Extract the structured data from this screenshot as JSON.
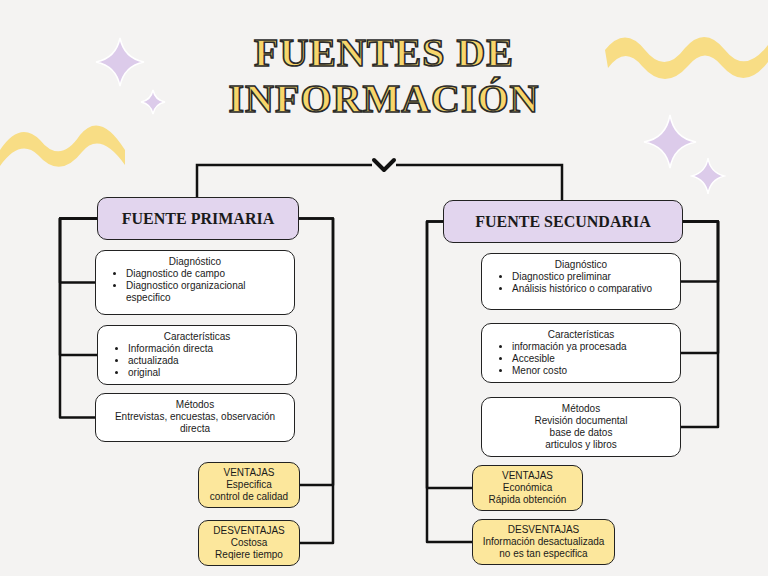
{
  "diagram": {
    "title": "FUENTES DE INFORMACIÓN",
    "nodes": [
      {
        "text": [
          "FUENTE PRIMARIA"
        ]
      },
      {
        "text": [
          "Diagnóstico",
          "Diagnostico de campo",
          "Diagnostico organizacional especifico"
        ]
      },
      {
        "text": [
          "Características",
          "Información directa",
          "actualizada",
          "original"
        ]
      },
      {
        "text": [
          "Métodos",
          "Entrevistas, encuestas, observación directa"
        ]
      },
      {
        "text": [
          "VENTAJAS",
          "Especifica",
          "control de calidad"
        ]
      },
      {
        "text": [
          "DESVENTAJAS",
          "Costosa",
          "Reqiere tiempo"
        ]
      },
      {
        "text": [
          "FUENTE SECUNDARIA"
        ]
      },
      {
        "text": [
          "Diagnóstico",
          "Diagnostico preliminar",
          "Análisis histórico o comparativo"
        ]
      },
      {
        "text": [
          "Características",
          "información ya procesada",
          "Accesible",
          "Menor costo"
        ]
      },
      {
        "text": [
          "Métodos",
          "Revisión documental",
          "base de datos",
          "articulos y libros"
        ]
      },
      {
        "text": [
          "VENTAJAS",
          "Económica",
          "Rápida obtención"
        ]
      },
      {
        "text": [
          "DESVENTAJAS",
          "Información desactualizada",
          "no es tan especifica"
        ]
      }
    ],
    "edges": [
      {
        "from": 0,
        "to": 1,
        "arrow": "none"
      },
      {
        "from": 0,
        "to": 2,
        "arrow": "none"
      },
      {
        "from": 0,
        "to": 3,
        "arrow": "none"
      },
      {
        "from": 0,
        "to": 4,
        "arrow": "none"
      },
      {
        "from": 0,
        "to": 5,
        "arrow": "none"
      },
      {
        "from": 6,
        "to": 7,
        "arrow": "none"
      },
      {
        "from": 6,
        "to": 8,
        "arrow": "none"
      },
      {
        "from": 6,
        "to": 9,
        "arrow": "none"
      },
      {
        "from": 6,
        "to": 10,
        "arrow": "none"
      },
      {
        "from": 6,
        "to": 11,
        "arrow": "none"
      }
    ]
  }
}
